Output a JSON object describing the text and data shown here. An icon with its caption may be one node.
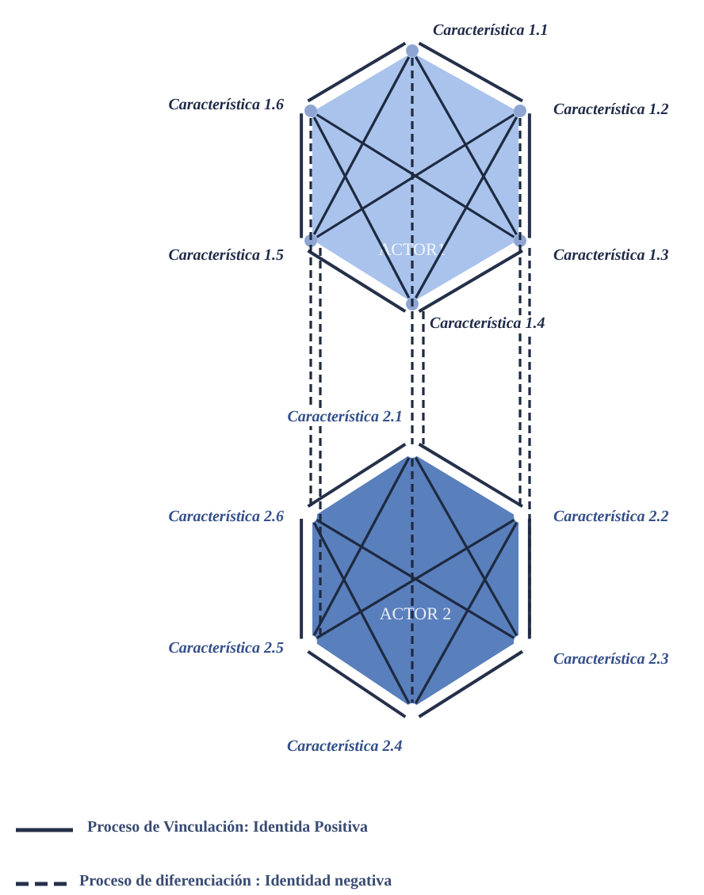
{
  "diagram": {
    "nodes": [
      {
        "text": [
          "ACTOR1"
        ]
      },
      {
        "text": [],
        "shape": "circle",
        "in": 0,
        "beside": [
          "Característica 1.1"
        ]
      },
      {
        "text": [],
        "shape": "circle",
        "in": 0,
        "beside": [
          "Característica 1.2"
        ]
      },
      {
        "text": [],
        "shape": "circle",
        "in": 0,
        "beside": [
          "Característica 1.3"
        ]
      },
      {
        "text": [],
        "shape": "circle",
        "in": 0,
        "beside": [
          "Característica 1.4"
        ]
      },
      {
        "text": [],
        "shape": "circle",
        "in": 0,
        "beside": [
          "Característica 1.5"
        ]
      },
      {
        "text": [],
        "shape": "circle",
        "in": 0,
        "beside": [
          "Característica 1.6"
        ]
      },
      {
        "text": [
          "ACTOR 2"
        ]
      },
      {
        "text": [],
        "shape": "circle",
        "in": 7,
        "beside": [
          "Característica 2.1"
        ]
      },
      {
        "text": [],
        "shape": "circle",
        "in": 7,
        "beside": [
          "Característica 2.2"
        ]
      },
      {
        "text": [],
        "shape": "circle",
        "in": 7,
        "beside": [
          "Característica 2.3"
        ]
      },
      {
        "text": [],
        "shape": "circle",
        "in": 7,
        "beside": [
          "Característica 2.4"
        ]
      },
      {
        "text": [],
        "shape": "circle",
        "in": 7,
        "beside": [
          "Característica 2.5"
        ]
      },
      {
        "text": [],
        "shape": "circle",
        "in": 7,
        "beside": [
          "Característica 2.6"
        ]
      }
    ],
    "edges": [
      {
        "from": 1,
        "to": 5,
        "arrow": "none"
      },
      {
        "from": 1,
        "to": 3,
        "arrow": "none"
      },
      {
        "from": 6,
        "to": 3,
        "arrow": "none"
      },
      {
        "from": 6,
        "to": 4,
        "arrow": "none"
      },
      {
        "from": 2,
        "to": 5,
        "arrow": "none"
      },
      {
        "from": 2,
        "to": 4,
        "arrow": "none"
      },
      {
        "from": 1,
        "to": 8,
        "arrow": "none",
        "style": "dashed"
      },
      {
        "from": 4,
        "to": 8,
        "arrow": "none",
        "style": "dashed"
      },
      {
        "from": 6,
        "to": 13,
        "arrow": "none",
        "style": "dashed"
      },
      {
        "from": 5,
        "to": 12,
        "arrow": "none",
        "style": "dashed"
      },
      {
        "from": 2,
        "to": 9,
        "arrow": "none",
        "style": "dashed"
      },
      {
        "from": 3,
        "to": 10,
        "arrow": "none",
        "style": "dashed"
      },
      {
        "from": 8,
        "to": 12,
        "arrow": "none"
      },
      {
        "from": 8,
        "to": 10,
        "arrow": "none"
      },
      {
        "from": 13,
        "to": 10,
        "arrow": "none"
      },
      {
        "from": 13,
        "to": 11,
        "arrow": "none"
      },
      {
        "from": 9,
        "to": 12,
        "arrow": "none"
      },
      {
        "from": 9,
        "to": 11,
        "arrow": "none"
      },
      {
        "from": 8,
        "to": 11,
        "arrow": "none",
        "style": "dashed"
      }
    ],
    "legend": [
      {
        "text": "Proceso de Vinculación: Identida Positiva"
      },
      {
        "text": "Proceso de diferenciación : Identidad negativa"
      }
    ]
  }
}
